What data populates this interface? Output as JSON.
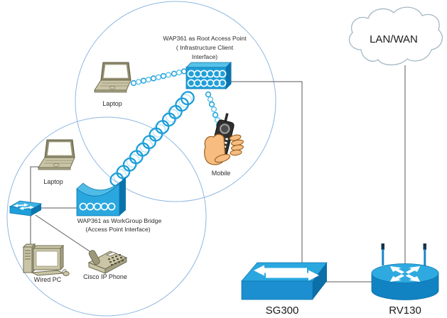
{
  "diagram": {
    "type": "network-topology",
    "labels": {
      "root_ap": {
        "line1": "WAP361 as Root Access Point",
        "line2": "( Infrastructure Client",
        "line3": "Interface)"
      },
      "bridge": {
        "line1": "WAP361 as WorkGroup Bridge",
        "line2": "(Access Point Interface)"
      },
      "laptop_top": "Laptop",
      "laptop_left": "Laptop",
      "mobile": "Mobile",
      "wired_pc": "Wired PC",
      "ip_phone": "Cisco IP Phone",
      "cloud": "LAN/WAN",
      "sg300": "SG300",
      "rv130": "RV130"
    },
    "connections": [
      {
        "from": "laptop-top",
        "to": "root-access-point",
        "type": "wireless"
      },
      {
        "from": "root-access-point",
        "to": "mobile",
        "type": "wireless"
      },
      {
        "from": "workgroup-bridge",
        "to": "root-access-point",
        "type": "wireless-bridge"
      },
      {
        "from": "root-access-point",
        "to": "sg300-switch",
        "type": "wired"
      },
      {
        "from": "lan-wan-cloud",
        "to": "rv130-router",
        "type": "wired"
      },
      {
        "from": "sg300-switch",
        "to": "rv130-router",
        "type": "wired"
      },
      {
        "from": "laptop-left",
        "to": "desktop-switch",
        "type": "wired"
      },
      {
        "from": "desktop-switch",
        "to": "workgroup-bridge",
        "type": "wired"
      },
      {
        "from": "desktop-switch",
        "to": "wired-pc",
        "type": "wired"
      },
      {
        "from": "desktop-switch",
        "to": "ip-phone",
        "type": "wired"
      }
    ],
    "colors": {
      "device_blue": "#1e9fd9",
      "device_blue_light": "#55c2e9",
      "device_blue_dark": "#0d76ae",
      "coverage_circle": "#8fb8e0",
      "wireless_link": "#1e9fd9",
      "wired_link": "#595959",
      "cloud_outline": "#a3b8c4",
      "tan_device": "#c9c5a6",
      "skin": "#f6bc80",
      "label_text": "#2b2b2b"
    }
  }
}
